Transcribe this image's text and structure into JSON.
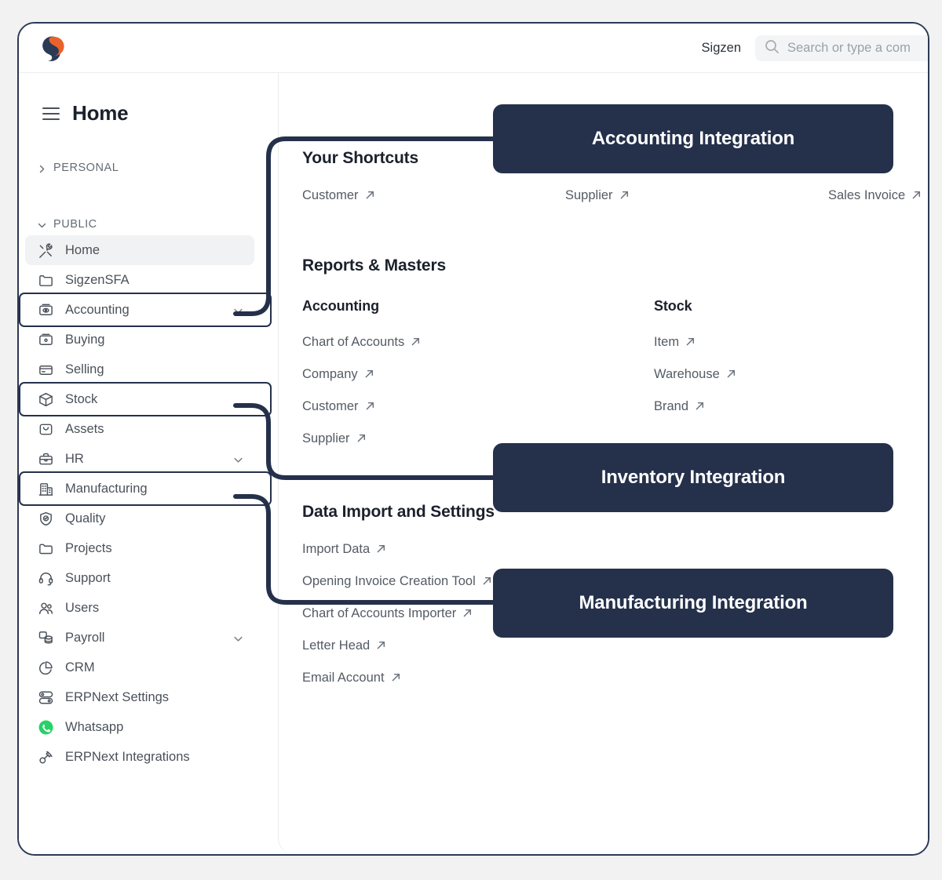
{
  "window": {
    "topbar": {
      "logo_icon": "sigzen-logo-icon",
      "org_name": "Sigzen",
      "search_icon": "search-icon",
      "search_placeholder": "Search or type a com"
    },
    "page": {
      "menu_icon": "hamburger-icon",
      "title": "Home"
    }
  },
  "sidebar": {
    "groups": [
      {
        "label": "PERSONAL",
        "icon": "chevron-right-icon",
        "expanded": false
      },
      {
        "label": "PUBLIC",
        "icon": "chevron-down-icon",
        "expanded": true
      }
    ],
    "items": [
      {
        "label": "Home",
        "icon": "tools-icon",
        "active": true,
        "caret": false,
        "outlined": false
      },
      {
        "label": "SigzenSFA",
        "icon": "folder-icon",
        "active": false,
        "caret": false,
        "outlined": false
      },
      {
        "label": "Accounting",
        "icon": "accounting-icon",
        "active": false,
        "caret": true,
        "outlined": true
      },
      {
        "label": "Buying",
        "icon": "buying-icon",
        "active": false,
        "caret": false,
        "outlined": false
      },
      {
        "label": "Selling",
        "icon": "card-icon",
        "active": false,
        "caret": false,
        "outlined": false
      },
      {
        "label": "Stock",
        "icon": "box-icon",
        "active": false,
        "caret": false,
        "outlined": true
      },
      {
        "label": "Assets",
        "icon": "bag-icon",
        "active": false,
        "caret": false,
        "outlined": false
      },
      {
        "label": "HR",
        "icon": "briefcase-icon",
        "active": false,
        "caret": true,
        "outlined": false
      },
      {
        "label": "Manufacturing",
        "icon": "factory-icon",
        "active": false,
        "caret": false,
        "outlined": true
      },
      {
        "label": "Quality",
        "icon": "shield-check-icon",
        "active": false,
        "caret": false,
        "outlined": false
      },
      {
        "label": "Projects",
        "icon": "folder-open-icon",
        "active": false,
        "caret": false,
        "outlined": false
      },
      {
        "label": "Support",
        "icon": "headset-icon",
        "active": false,
        "caret": false,
        "outlined": false
      },
      {
        "label": "Users",
        "icon": "users-icon",
        "active": false,
        "caret": false,
        "outlined": false
      },
      {
        "label": "Payroll",
        "icon": "payroll-icon",
        "active": false,
        "caret": true,
        "outlined": false
      },
      {
        "label": "CRM",
        "icon": "pie-chart-icon",
        "active": false,
        "caret": false,
        "outlined": false
      },
      {
        "label": "ERPNext Settings",
        "icon": "toggles-icon",
        "active": false,
        "caret": false,
        "outlined": false
      },
      {
        "label": "Whatsapp",
        "icon": "whatsapp-icon",
        "active": false,
        "caret": false,
        "outlined": false
      },
      {
        "label": "ERPNext Integrations",
        "icon": "plug-icon",
        "active": false,
        "caret": false,
        "outlined": false
      }
    ]
  },
  "content": {
    "shortcuts": {
      "title": "Your Shortcuts",
      "links": [
        "Customer",
        "Supplier",
        "Sales Invoice"
      ]
    },
    "reports_masters": {
      "title": "Reports & Masters",
      "columns": [
        {
          "heading": "Accounting",
          "links": [
            "Chart of Accounts",
            "Company",
            "Customer",
            "Supplier"
          ]
        },
        {
          "heading": "Stock",
          "links": [
            "Item",
            "Warehouse",
            "Brand"
          ]
        }
      ]
    },
    "data_import": {
      "title": "Data Import and Settings",
      "links": [
        "Import Data",
        "Opening Invoice Creation Tool",
        "Chart of Accounts Importer",
        "Letter Head",
        "Email Account"
      ]
    },
    "link_arrow_icon": "arrow-up-right-icon"
  },
  "callouts": [
    {
      "label": "Accounting Integration",
      "source_item": "Accounting"
    },
    {
      "label": "Inventory Integration",
      "source_item": "Stock"
    },
    {
      "label": "Manufacturing Integration",
      "source_item": "Manufacturing"
    }
  ],
  "colors": {
    "accent_navy": "#25314b",
    "logo_orange": "#e8622c",
    "logo_navy": "#2b3a55",
    "whatsapp_green": "#25d366",
    "page_background": "#f2f2f2",
    "panel_background": "#ffffff"
  }
}
